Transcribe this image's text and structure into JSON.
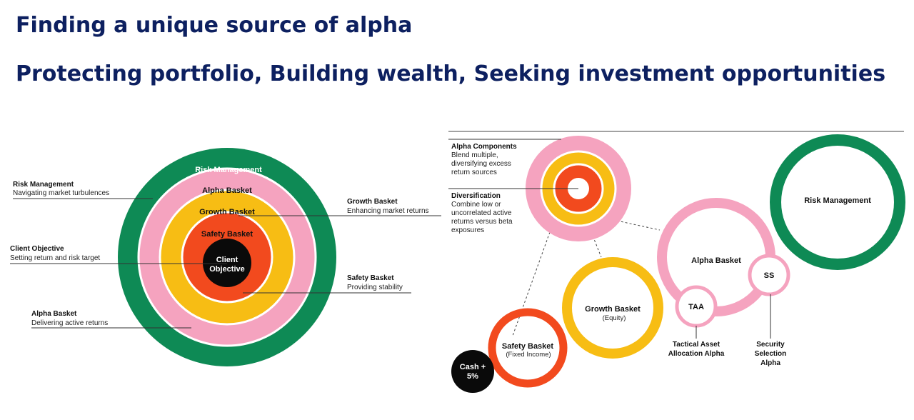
{
  "titles": {
    "main": "Finding a unique source of alpha",
    "sub": "Protecting portfolio, Building wealth, Seeking investment opportunities"
  },
  "left": {
    "rings": {
      "risk": "Risk Management",
      "alpha": "Alpha Basket",
      "growth": "Growth Basket",
      "safety": "Safety Basket",
      "client_l1": "Client",
      "client_l2": "Objective"
    },
    "callouts": {
      "risk_title": "Risk Management",
      "risk_desc": "Navigating market turbulences",
      "client_title": "Client Objective",
      "client_desc": "Setting return and risk target",
      "alpha_title": "Alpha Basket",
      "alpha_desc": "Delivering active returns",
      "growth_title": "Growth Basket",
      "growth_desc": "Enhancing market returns",
      "safety_title": "Safety Basket",
      "safety_desc": "Providing stability"
    }
  },
  "right": {
    "alpha_components": {
      "title": "Alpha Components",
      "line1": "Blend multiple,",
      "line2": "diversifying excess",
      "line3": "return sources"
    },
    "diversification": {
      "title": "Diversification",
      "line1": "Combine low or",
      "line2": "uncorrelated active",
      "line3": "returns versus beta",
      "line4": "exposures"
    },
    "risk_management": "Risk Management",
    "alpha_basket": "Alpha Basket",
    "ss": "SS",
    "taa": "TAA",
    "growth_title": "Growth Basket",
    "growth_sub": "(Equity)",
    "safety_title": "Safety Basket",
    "safety_sub": "(Fixed Income)",
    "cash_l1": "Cash +",
    "cash_l2": "5%",
    "taa_desc_l1": "Tactical Asset",
    "taa_desc_l2": "Allocation Alpha",
    "ss_desc_l1": "Security",
    "ss_desc_l2": "Selection",
    "ss_desc_l3": "Alpha"
  },
  "colors": {
    "green": "#0e8a55",
    "pink": "#f5a3bf",
    "yellow": "#f7bd14",
    "orange": "#f24a1e",
    "black": "#0a0a0a",
    "title": "#0d2060"
  }
}
